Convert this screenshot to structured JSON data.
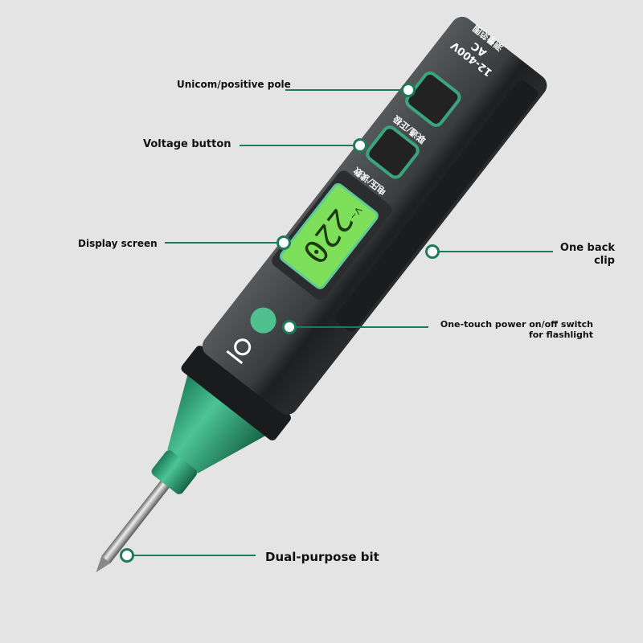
{
  "callouts": {
    "unicom": "Unicom/positive pole",
    "voltage": "Voltage button",
    "display": "Display screen",
    "back_clip": "One back clip",
    "power": "One-touch power on/off switch for flashlight",
    "bit": "Dual-purpose bit"
  },
  "device": {
    "range_label": "12-400V",
    "ac_label": "AC",
    "button1_label": "测量范围",
    "button2_label": "联通/正极",
    "button3_label": "电压/读数",
    "display_value": "220",
    "display_unit": "V~"
  },
  "colors": {
    "accent": "#1f7a5a",
    "body": "#2e3133",
    "lcd": "#7ee05a",
    "cone": "#2fa37a",
    "background": "#e4e4e4"
  }
}
